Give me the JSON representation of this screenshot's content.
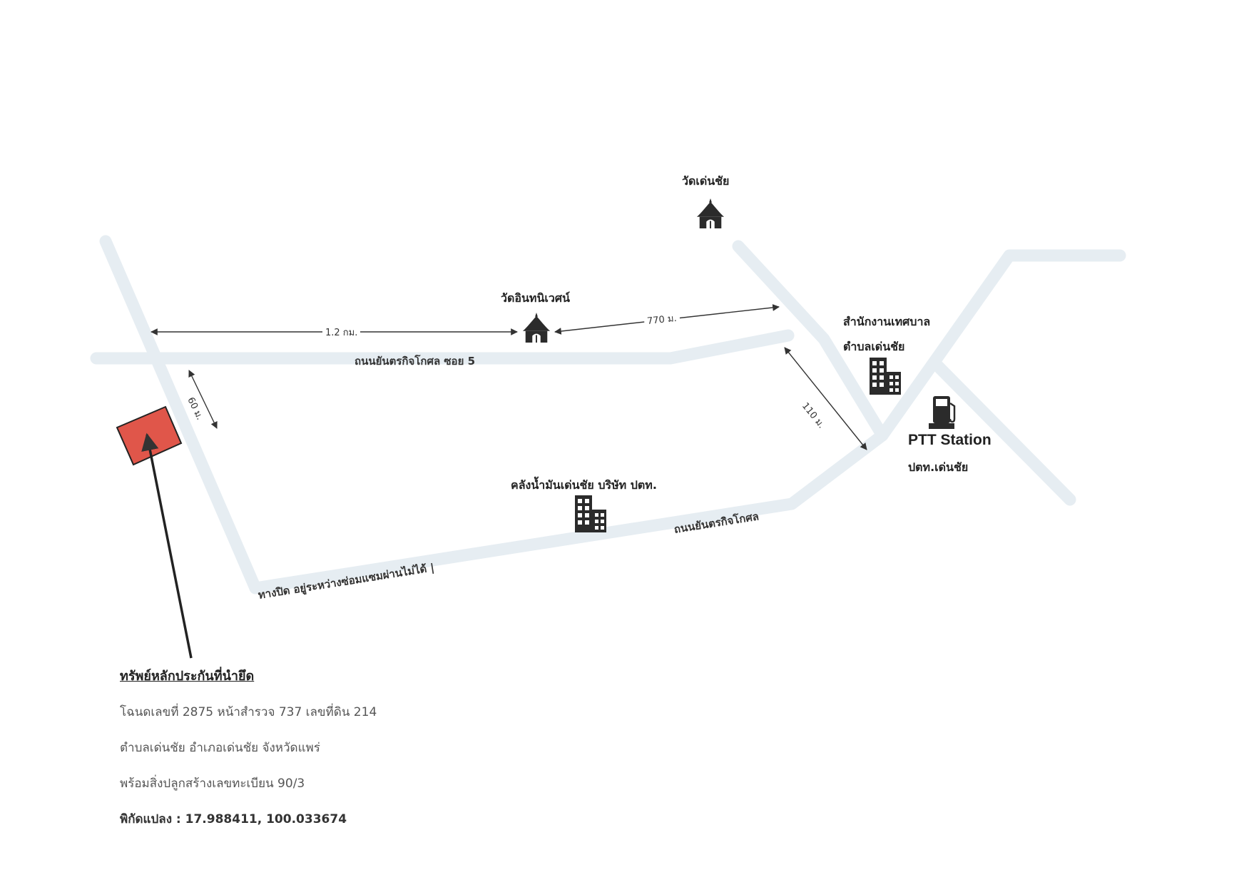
{
  "map": {
    "landmarks": {
      "wat_den_chai": "วัดเด่นชัย",
      "wat_inthanivet": "วัดอินทนิเวศน์",
      "municipal_office_line1": "สำนักงานเทศบาล",
      "municipal_office_line2": "ตำบลเด่นชัย",
      "ptt_brand": "PTT Station",
      "ptt_name": "ปตท.เด่นชัย",
      "oil_depot": "คลังน้ำมันเด่นชัย บริษัท ปตท."
    },
    "roads": {
      "soi5": "ถนนยันตรกิจโกศล ซอย 5",
      "main": "ถนนยันตรกิจโกศล",
      "closed": "ทางปิด อยู่ระหว่างซ่อมแซมผ่านไม่ได้ |"
    },
    "distances": {
      "d1": "1.2 กม.",
      "d2": "770 ม.",
      "d3": "110 ม.",
      "d4": "60 ม."
    },
    "colors": {
      "road": "#e6edf2",
      "parcel": "#e0564a",
      "icon": "#2b2b2b"
    },
    "icons": [
      "temple-icon",
      "building-icon",
      "fuel-pump-icon"
    ]
  },
  "property": {
    "title": "ทรัพย์หลักประกันที่นำยึด",
    "deed": "โฉนดเลขที่ 2875 หน้าสำรวจ 737 เลขที่ดิน 214",
    "location": "ตำบลเด่นชัย อำเภอเด่นชัย จังหวัดแพร่",
    "building": "พร้อมสิ่งปลูกสร้างเลขทะเบียน 90/3",
    "coordinates": "พิกัดแปลง : 17.988411, 100.033674"
  }
}
